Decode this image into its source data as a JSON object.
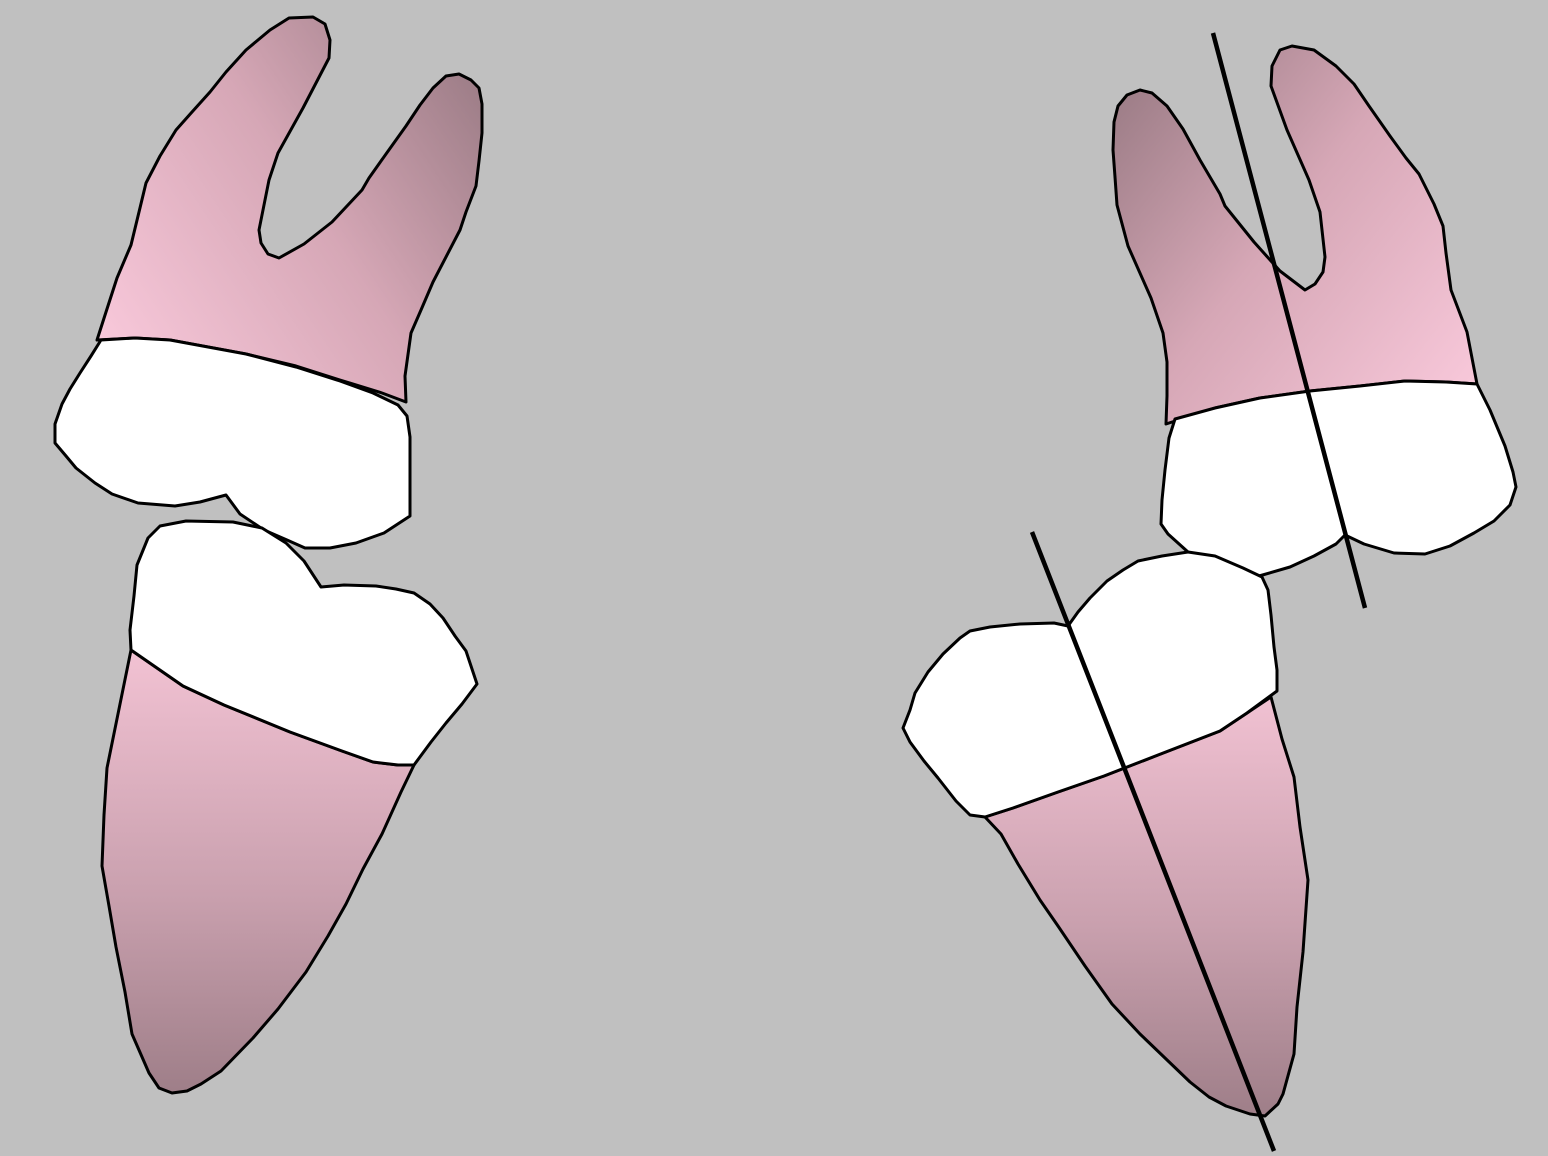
{
  "colors": {
    "background": "#c0c0c0",
    "outline": "#000000",
    "crown": "#ffffff",
    "root_light": "#f8c8da",
    "root_mid": "#d9aebd",
    "root_dark": "#9e7e88"
  },
  "figures": [
    {
      "id": "left-pair",
      "teeth": [
        "upper-molar",
        "lower-tooth"
      ],
      "axis_lines": 0
    },
    {
      "id": "right-pair",
      "teeth": [
        "upper-molar",
        "lower-tooth"
      ],
      "axis_lines": 2
    }
  ]
}
